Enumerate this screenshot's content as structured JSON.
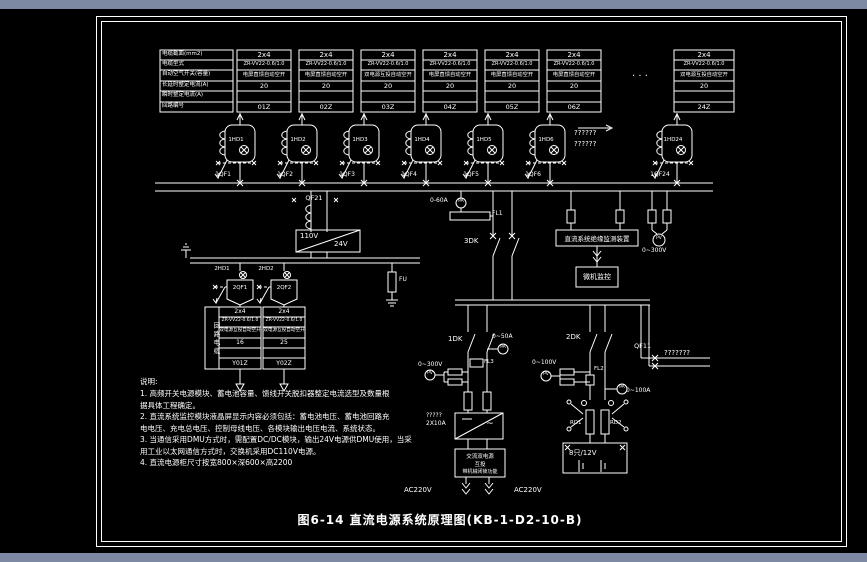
{
  "title": "图6-14 直流电源系统原理图(KB-1-D2-10-B)",
  "top_table": {
    "row_labels": [
      "电缆截面(mm2)",
      "电缆型式",
      "自动空气开关(容量)",
      "长延时整定电流(A)",
      "瞬时整定电流(A)",
      "回路编号"
    ],
    "ellipsis": "· · ·",
    "columns": [
      {
        "section": "2x4",
        "cable": "ZR-VV22-0.6/1.0",
        "breaker": "电屏直馈自动空开",
        "long_delay": "20",
        "instant": "",
        "circuit": "01Z"
      },
      {
        "section": "2x4",
        "cable": "ZR-VV22-0.6/1.0",
        "breaker": "电屏直馈自动空开",
        "long_delay": "20",
        "instant": "",
        "circuit": "02Z"
      },
      {
        "section": "2x4",
        "cable": "ZR-VV22-0.6/1.0",
        "breaker": "双电源互投自动空开",
        "long_delay": "20",
        "instant": "",
        "circuit": "03Z"
      },
      {
        "section": "2x4",
        "cable": "ZR-VV22-0.6/1.0",
        "breaker": "电屏直馈自动空开",
        "long_delay": "20",
        "instant": "",
        "circuit": "04Z"
      },
      {
        "section": "2x4",
        "cable": "ZR-VV22-0.6/1.0",
        "breaker": "电屏直馈自动空开",
        "long_delay": "20",
        "instant": "",
        "circuit": "05Z"
      },
      {
        "section": "2x4",
        "cable": "ZR-VV22-0.6/1.0",
        "breaker": "电屏直馈自动空开",
        "long_delay": "20",
        "instant": "",
        "circuit": "06Z"
      },
      {
        "section": "2x4",
        "cable": "ZR-VV22-0.6/1.0",
        "breaker": "双电源互投自动空开",
        "long_delay": "20",
        "instant": "",
        "circuit": "24Z"
      }
    ]
  },
  "feeders": [
    {
      "lamp": "1HD1",
      "breaker": "1QF1"
    },
    {
      "lamp": "1HD2",
      "breaker": "1QF2"
    },
    {
      "lamp": "1HD3",
      "breaker": "1QF3"
    },
    {
      "lamp": "1HD4",
      "breaker": "1QF4"
    },
    {
      "lamp": "1HD5",
      "breaker": "1QF5"
    },
    {
      "lamp": "1HD6",
      "breaker": "1QF6"
    },
    {
      "lamp": "1HD24",
      "breaker": "1QF24"
    }
  ],
  "bus_area": {
    "unknown_row1": "??????",
    "unknown_row2": "??????"
  },
  "converter": {
    "label": "QF21",
    "input": "110V",
    "output": "24V",
    "tilde": "~"
  },
  "fuse_ground": {
    "label": "FU"
  },
  "sub_feeders": [
    {
      "lamp": "2HD1",
      "breaker": "2QF1"
    },
    {
      "lamp": "2HD2",
      "breaker": "2QF2"
    }
  ],
  "lower_table": {
    "vertical_label": "回路电缆",
    "columns": [
      {
        "section": "2x4",
        "cable": "ZR-VV22-0.6/1.0",
        "breaker": "双电源互投自动空开",
        "long_delay": "16",
        "instant": "",
        "circuit": "Y01Z"
      },
      {
        "section": "2x4",
        "cable": "ZR-VV22-0.6/1.0",
        "breaker": "双电源互投自动空开",
        "long_delay": "25",
        "instant": "",
        "circuit": "Y02Z"
      }
    ]
  },
  "meters": {
    "pa": "PA",
    "pv": "PV",
    "bus_ammeter_range": "0-60A",
    "bus_shunt": "FL1",
    "charger_ammeter_range": "0~50A",
    "charger_shunt": "FL3",
    "charger_voltmeter_range": "0~300V",
    "battery_voltmeter_range": "0~100V",
    "battery_shunt": "FL2",
    "battery_ammeter_range": "0~100A",
    "right_voltmeter_range": "0~300V"
  },
  "switches": {
    "s3": "3DK",
    "s1": "1DK",
    "s2": "2DK",
    "qf11": "QF11",
    "unknown_right": "???????"
  },
  "charger": {
    "unknown": "?????",
    "rating": "2X10A",
    "ac_box_line1": "交流双电源",
    "ac_box_line2": "互投",
    "ac_box_line3": "带机械闭锁功能",
    "ac_left": "AC220V",
    "ac_right": "AC220V"
  },
  "battery": {
    "fuse1": "RD1",
    "fuse2": "RD2",
    "label": "8只/12V"
  },
  "monitoring": {
    "insulation": "直流系统绝缘监测装置",
    "computer": "微机监控"
  },
  "notes": {
    "lines": [
      "说明:",
      "1. 高频开关电源模块、蓄电池容量、馈线开关脱扣器整定电流选型及数量根",
      "据具体工程确定。",
      "2. 直流系统监控模块液晶屏显示内容必须包括：蓄电池电压、蓄电池回路充",
      "电电压、充电总电压、控制母线电压、各模块输出电压电流、系统状态。",
      "3. 当通信采用DMU方式时，需配置DC/DC模块，输出24V电源供DMU使用，当采",
      "用工业以太网通信方式时，交换机采用DC110V电源。",
      "4. 直流电源柜尺寸按宽800×深600×高2200"
    ]
  }
}
